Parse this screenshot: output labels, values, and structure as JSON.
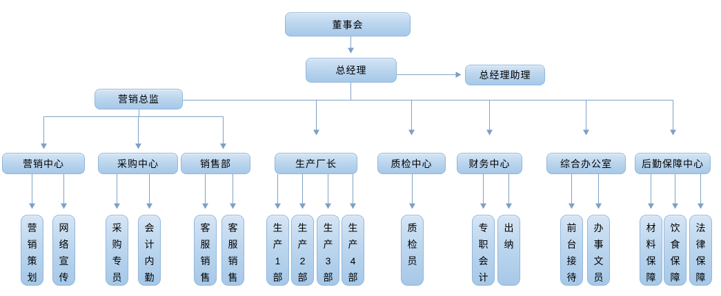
{
  "diagram": {
    "type": "org-chart",
    "background": "#ffffff",
    "node_fill_top": "#d6e5f5",
    "node_fill_bottom": "#a6c8e8",
    "node_border": "#90b6db",
    "connector_color": "#7da0c4",
    "text_color": "#000000"
  },
  "nodes": [
    {
      "id": "board",
      "label": "董事会"
    },
    {
      "id": "general-manager",
      "label": "总经理"
    },
    {
      "id": "gm-assistant",
      "label": "总经理助理"
    },
    {
      "id": "marketing-director",
      "label": "营销总监"
    },
    {
      "id": "marketing-center",
      "label": "营销中心"
    },
    {
      "id": "purchasing-center",
      "label": "采购中心"
    },
    {
      "id": "sales-department",
      "label": "销售部"
    },
    {
      "id": "production-director",
      "label": "生产厂长"
    },
    {
      "id": "qc-center",
      "label": "质检中心"
    },
    {
      "id": "finance-center",
      "label": "财务中心"
    },
    {
      "id": "general-office",
      "label": "综合办公室"
    },
    {
      "id": "logistics-center",
      "label": "后勤保障中心"
    },
    {
      "id": "marketing-planning",
      "label": "营销策划"
    },
    {
      "id": "online-promotion",
      "label": "网络宣传"
    },
    {
      "id": "purchasing-specialist",
      "label": "采购专员"
    },
    {
      "id": "accounting-clerk",
      "label": "会计内勤"
    },
    {
      "id": "cs-sales-1",
      "label": "客服销售"
    },
    {
      "id": "cs-sales-2",
      "label": "客服销售"
    },
    {
      "id": "production-dept-1",
      "label": "生产1部"
    },
    {
      "id": "production-dept-2",
      "label": "生产2部"
    },
    {
      "id": "production-dept-3",
      "label": "生产3部"
    },
    {
      "id": "production-dept-4",
      "label": "生产4部"
    },
    {
      "id": "qc-inspector",
      "label": "质检员"
    },
    {
      "id": "full-time-accountant",
      "label": "专职会计"
    },
    {
      "id": "cashier",
      "label": "出纳"
    },
    {
      "id": "front-desk",
      "label": "前台接待"
    },
    {
      "id": "office-clerk",
      "label": "办事文员"
    },
    {
      "id": "materials-support",
      "label": "材料保障"
    },
    {
      "id": "catering-support",
      "label": "饮食保障"
    },
    {
      "id": "legal-support",
      "label": "法律保障"
    }
  ],
  "edges": [
    [
      "board",
      "general-manager"
    ],
    [
      "general-manager",
      "gm-assistant"
    ],
    [
      "general-manager",
      "marketing-director"
    ],
    [
      "general-manager",
      "production-director"
    ],
    [
      "general-manager",
      "qc-center"
    ],
    [
      "general-manager",
      "finance-center"
    ],
    [
      "general-manager",
      "general-office"
    ],
    [
      "general-manager",
      "logistics-center"
    ],
    [
      "marketing-director",
      "marketing-center"
    ],
    [
      "marketing-director",
      "purchasing-center"
    ],
    [
      "marketing-director",
      "sales-department"
    ],
    [
      "marketing-center",
      "marketing-planning"
    ],
    [
      "marketing-center",
      "online-promotion"
    ],
    [
      "purchasing-center",
      "purchasing-specialist"
    ],
    [
      "purchasing-center",
      "accounting-clerk"
    ],
    [
      "sales-department",
      "cs-sales-1"
    ],
    [
      "sales-department",
      "cs-sales-2"
    ],
    [
      "production-director",
      "production-dept-1"
    ],
    [
      "production-director",
      "production-dept-2"
    ],
    [
      "production-director",
      "production-dept-3"
    ],
    [
      "production-director",
      "production-dept-4"
    ],
    [
      "qc-center",
      "qc-inspector"
    ],
    [
      "finance-center",
      "full-time-accountant"
    ],
    [
      "finance-center",
      "cashier"
    ],
    [
      "general-office",
      "front-desk"
    ],
    [
      "general-office",
      "office-clerk"
    ],
    [
      "logistics-center",
      "materials-support"
    ],
    [
      "logistics-center",
      "catering-support"
    ],
    [
      "logistics-center",
      "legal-support"
    ]
  ]
}
